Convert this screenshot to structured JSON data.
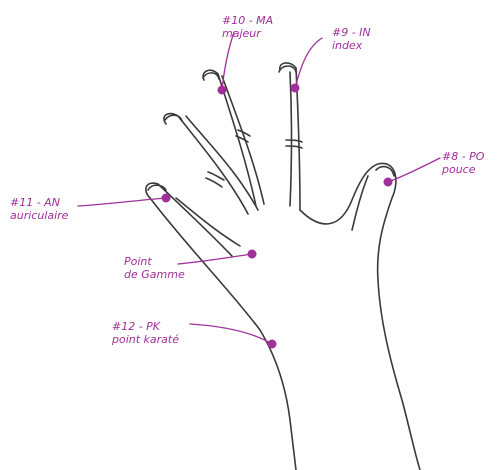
{
  "colors": {
    "accent": "#a0309a",
    "outline": "#3a3a3a"
  },
  "points": [
    {
      "id": "ma",
      "code": "#10 - MA",
      "name": "majeur"
    },
    {
      "id": "in",
      "code": "#9 - IN",
      "name": "index"
    },
    {
      "id": "po",
      "code": "#8 - PO",
      "name": "pouce"
    },
    {
      "id": "an",
      "code": "#11 - AN",
      "name": "auriculaire"
    },
    {
      "id": "gamme",
      "code": "Point",
      "name": "de Gamme"
    },
    {
      "id": "pk",
      "code": "#12 - PK",
      "name": "point karaté"
    }
  ]
}
